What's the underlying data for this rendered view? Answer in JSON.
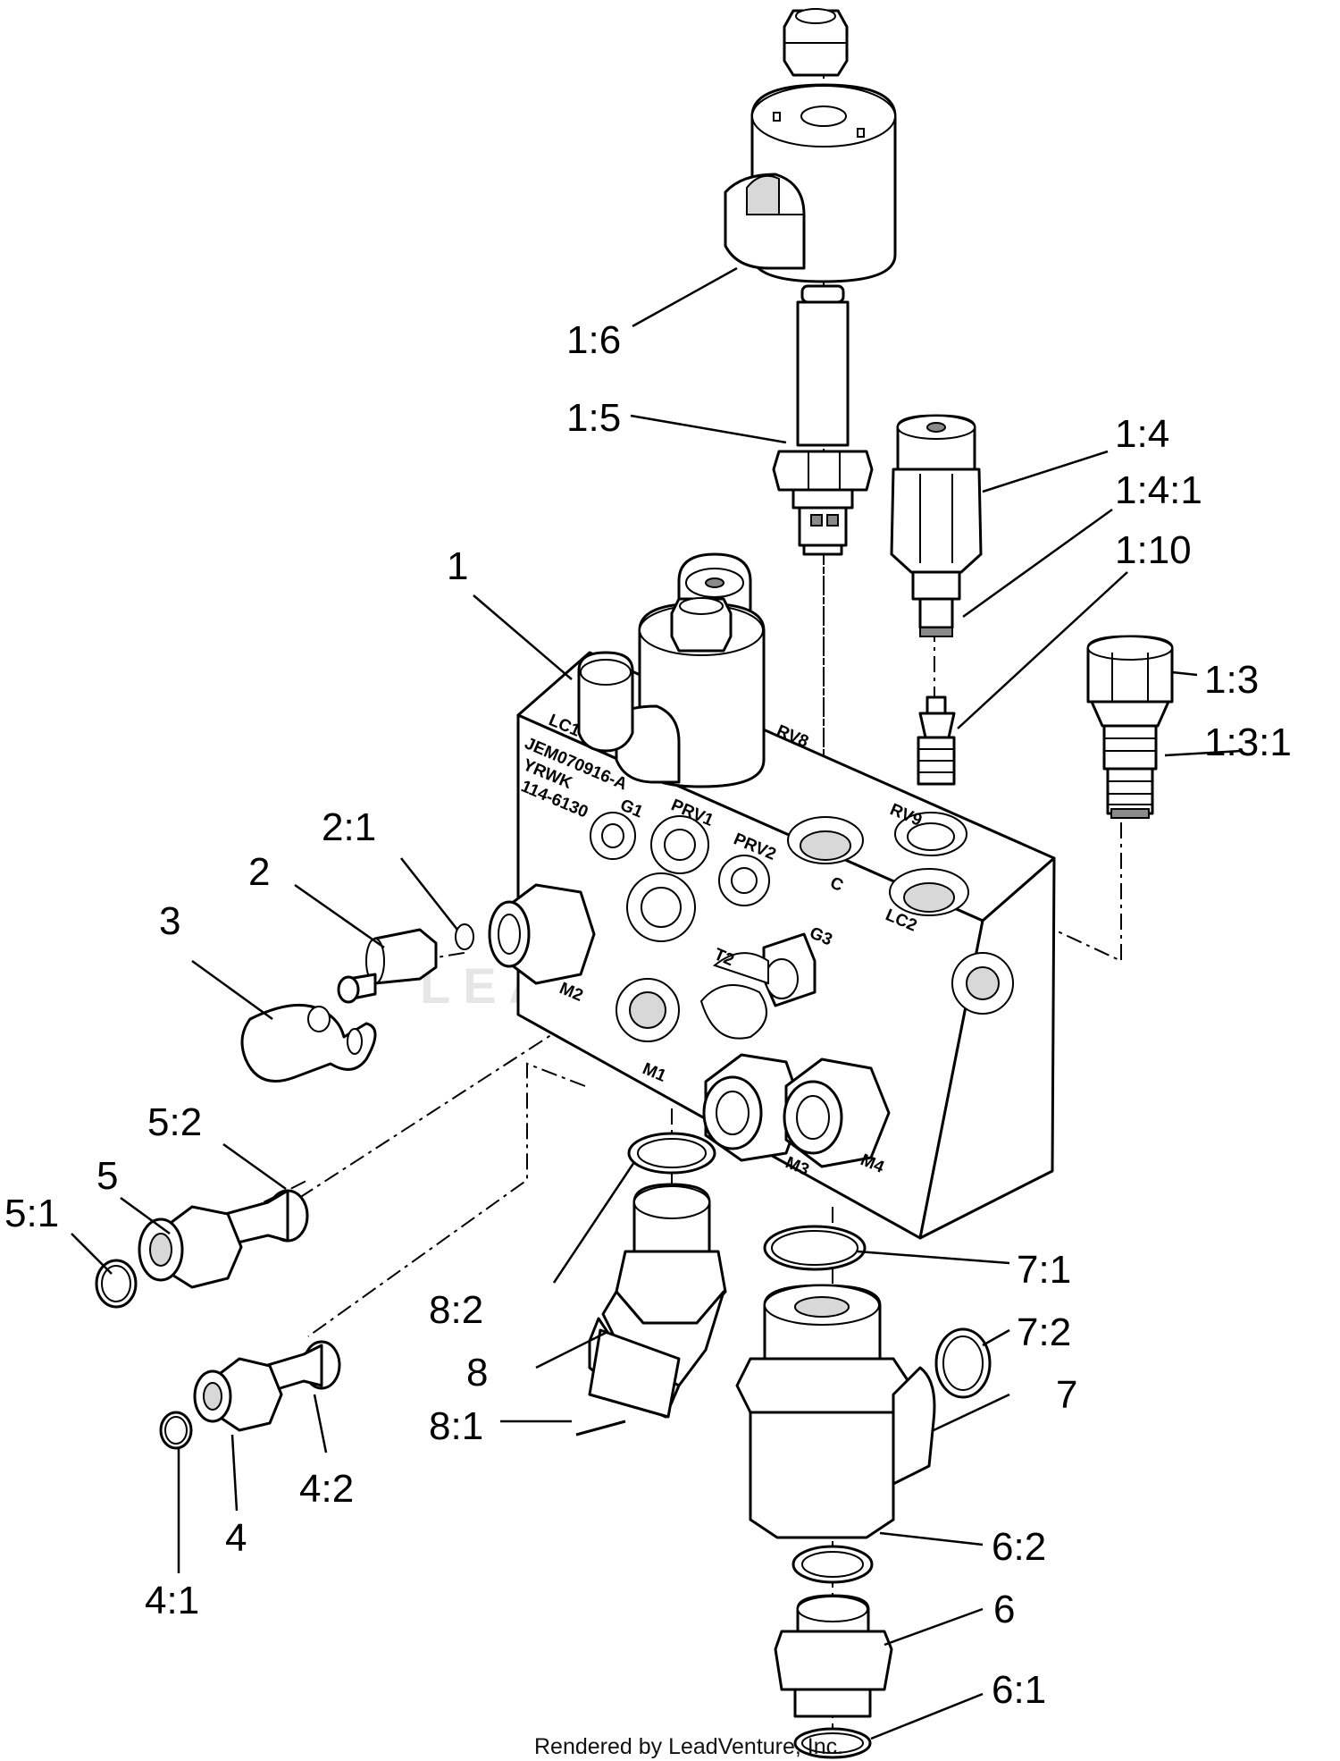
{
  "callouts": [
    {
      "id": "1:6",
      "label": "1:6"
    },
    {
      "id": "1:5",
      "label": "1:5"
    },
    {
      "id": "1:4",
      "label": "1:4"
    },
    {
      "id": "1:4:1",
      "label": "1:4:1"
    },
    {
      "id": "1:10",
      "label": "1:10"
    },
    {
      "id": "1",
      "label": "1"
    },
    {
      "id": "1:3",
      "label": "1:3"
    },
    {
      "id": "1:3:1",
      "label": "1:3:1"
    },
    {
      "id": "2:1",
      "label": "2:1"
    },
    {
      "id": "2",
      "label": "2"
    },
    {
      "id": "3",
      "label": "3"
    },
    {
      "id": "5:2",
      "label": "5:2"
    },
    {
      "id": "5",
      "label": "5"
    },
    {
      "id": "5:1",
      "label": "5:1"
    },
    {
      "id": "8:2",
      "label": "8:2"
    },
    {
      "id": "8",
      "label": "8"
    },
    {
      "id": "8:1",
      "label": "8:1"
    },
    {
      "id": "7:1",
      "label": "7:1"
    },
    {
      "id": "7:2",
      "label": "7:2"
    },
    {
      "id": "7",
      "label": "7"
    },
    {
      "id": "4:2",
      "label": "4:2"
    },
    {
      "id": "4",
      "label": "4"
    },
    {
      "id": "4:1",
      "label": "4:1"
    },
    {
      "id": "6:2",
      "label": "6:2"
    },
    {
      "id": "6",
      "label": "6"
    },
    {
      "id": "6:1",
      "label": "6:1"
    }
  ],
  "manifold_markings": {
    "part_code": "JEM070916-A",
    "sub_code": "YRWK",
    "part_number": "114-6130"
  },
  "port_labels": {
    "lc1": "LC1",
    "rv8": "RV8",
    "rv9": "RV9",
    "g1": "G1",
    "prv1": "PRV1",
    "prv2": "PRV2",
    "c": "C",
    "lc2": "LC2",
    "m2": "M2",
    "t2": "T2",
    "g3": "G3",
    "m1": "M1",
    "m3": "M3",
    "m4": "M4"
  },
  "watermark": "LEADVENTURE",
  "credit": "Rendered by LeadVenture, Inc."
}
